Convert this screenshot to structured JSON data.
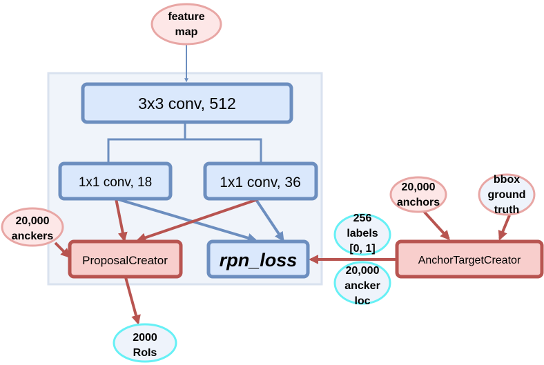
{
  "nodes": {
    "feature_map": [
      "feature",
      "map"
    ],
    "conv3x3": "3x3 conv, 512",
    "conv1x1_18": "1x1 conv, 18",
    "conv1x1_36": "1x1 conv, 36",
    "proposal_creator": "ProposalCreator",
    "rpn_loss": "rpn_loss",
    "anchor_target_creator": "AnchorTargetCreator",
    "anckers_left": [
      "20,000",
      "anckers"
    ],
    "rois": [
      "2000",
      "RoIs"
    ],
    "labels": [
      "256",
      "labels",
      "[0, 1]"
    ],
    "ancker_loc": [
      "20,000",
      "ancker",
      "loc"
    ],
    "anchors_right": [
      "20,000",
      "anchors"
    ],
    "bbox": [
      "bbox",
      "ground",
      "truth"
    ]
  },
  "colors": {
    "blue_fill": "#dae8fc",
    "blue_stroke": "#6c8ebf",
    "red_fill": "#f8cecc",
    "red_stroke": "#b85450",
    "pink_ellipse_fill": "#fde7e7",
    "pink_ellipse_stroke": "#e8a6a4",
    "cyan_ellipse_stroke": "#66f0f5",
    "cyan_ellipse_fill": "#eef3fb",
    "group_fill": "#f0f4fa",
    "group_stroke": "#d9e2ef"
  }
}
